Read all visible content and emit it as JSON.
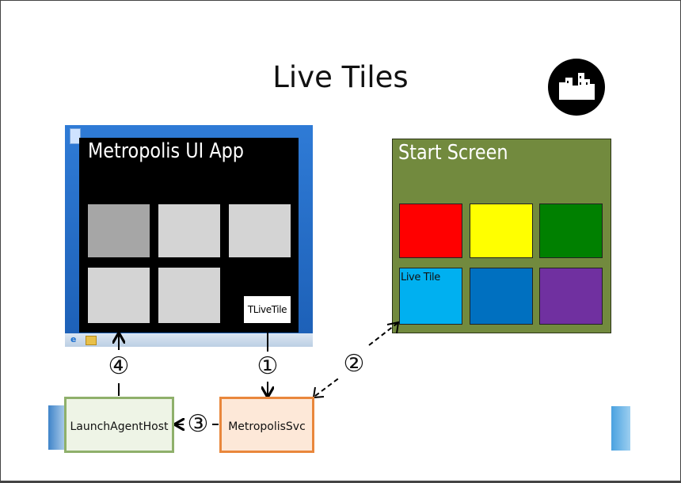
{
  "slide": {
    "title": "Live Tiles"
  },
  "app_window": {
    "title": "Metropolis UI App",
    "tile_label": "TLiveTile"
  },
  "start_screen": {
    "title": "Start Screen",
    "live_tile_label": "Live Tile",
    "tile_colors": [
      "#ff0000",
      "#ffff00",
      "#008000",
      "#00b0f0",
      "#0070c0",
      "#7030a0"
    ]
  },
  "boxes": {
    "launch_agent_host": "LaunchAgentHost",
    "metropolis_svc": "MetropolisSvc"
  },
  "steps": [
    "①",
    "②",
    "③",
    "④"
  ],
  "icons": {
    "logo": "city-skyline-icon",
    "ie": "internet-explorer-icon",
    "folder": "folder-icon"
  }
}
